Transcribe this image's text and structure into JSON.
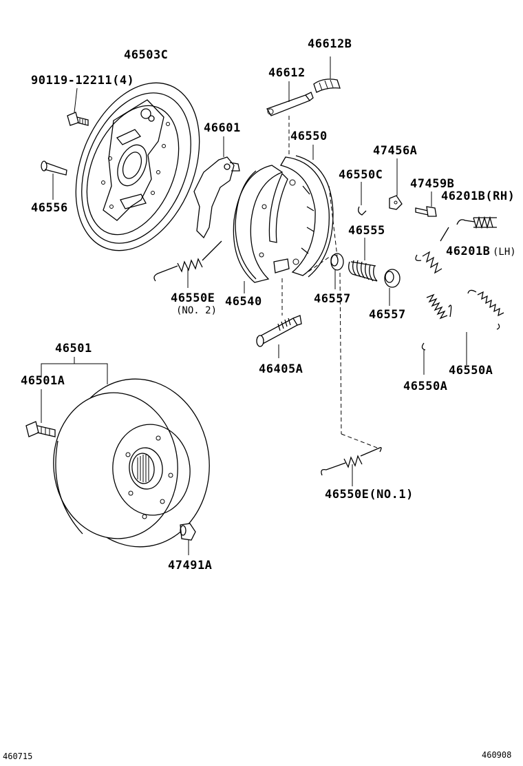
{
  "labels": {
    "drum_backing_plate": "46503C",
    "bolt_90119": "90119-12211(4)",
    "pin_46556": "46556",
    "strut_46612": "46612",
    "clip_46612b": "46612B",
    "lever_46601": "46601",
    "shoe_46550": "46550",
    "shoe_46540": "46540",
    "washer_47456a": "47456A",
    "clip_46550c": "46550C",
    "bolt_47459b": "47459B",
    "spring_rh": "46201B(RH)",
    "spring_lh_code": "46201B",
    "spring_lh_side": "(LH)",
    "spring_46555": "46555",
    "cup_46557_left": "46557",
    "cup_46557_right": "46557",
    "spring_46550e_no2": "46550E",
    "spring_46550e_no2_sub": "(NO. 2)",
    "adjuster_46405a": "46405A",
    "spring_46550a_left": "46550A",
    "spring_46550a_right": "46550A",
    "drum_46501": "46501",
    "bolt_46501a": "46501A",
    "spring_46550e_no1": "46550E(NO.1)",
    "plug_47491a": "47491A",
    "code_left": "460715",
    "code_right": "460908"
  }
}
